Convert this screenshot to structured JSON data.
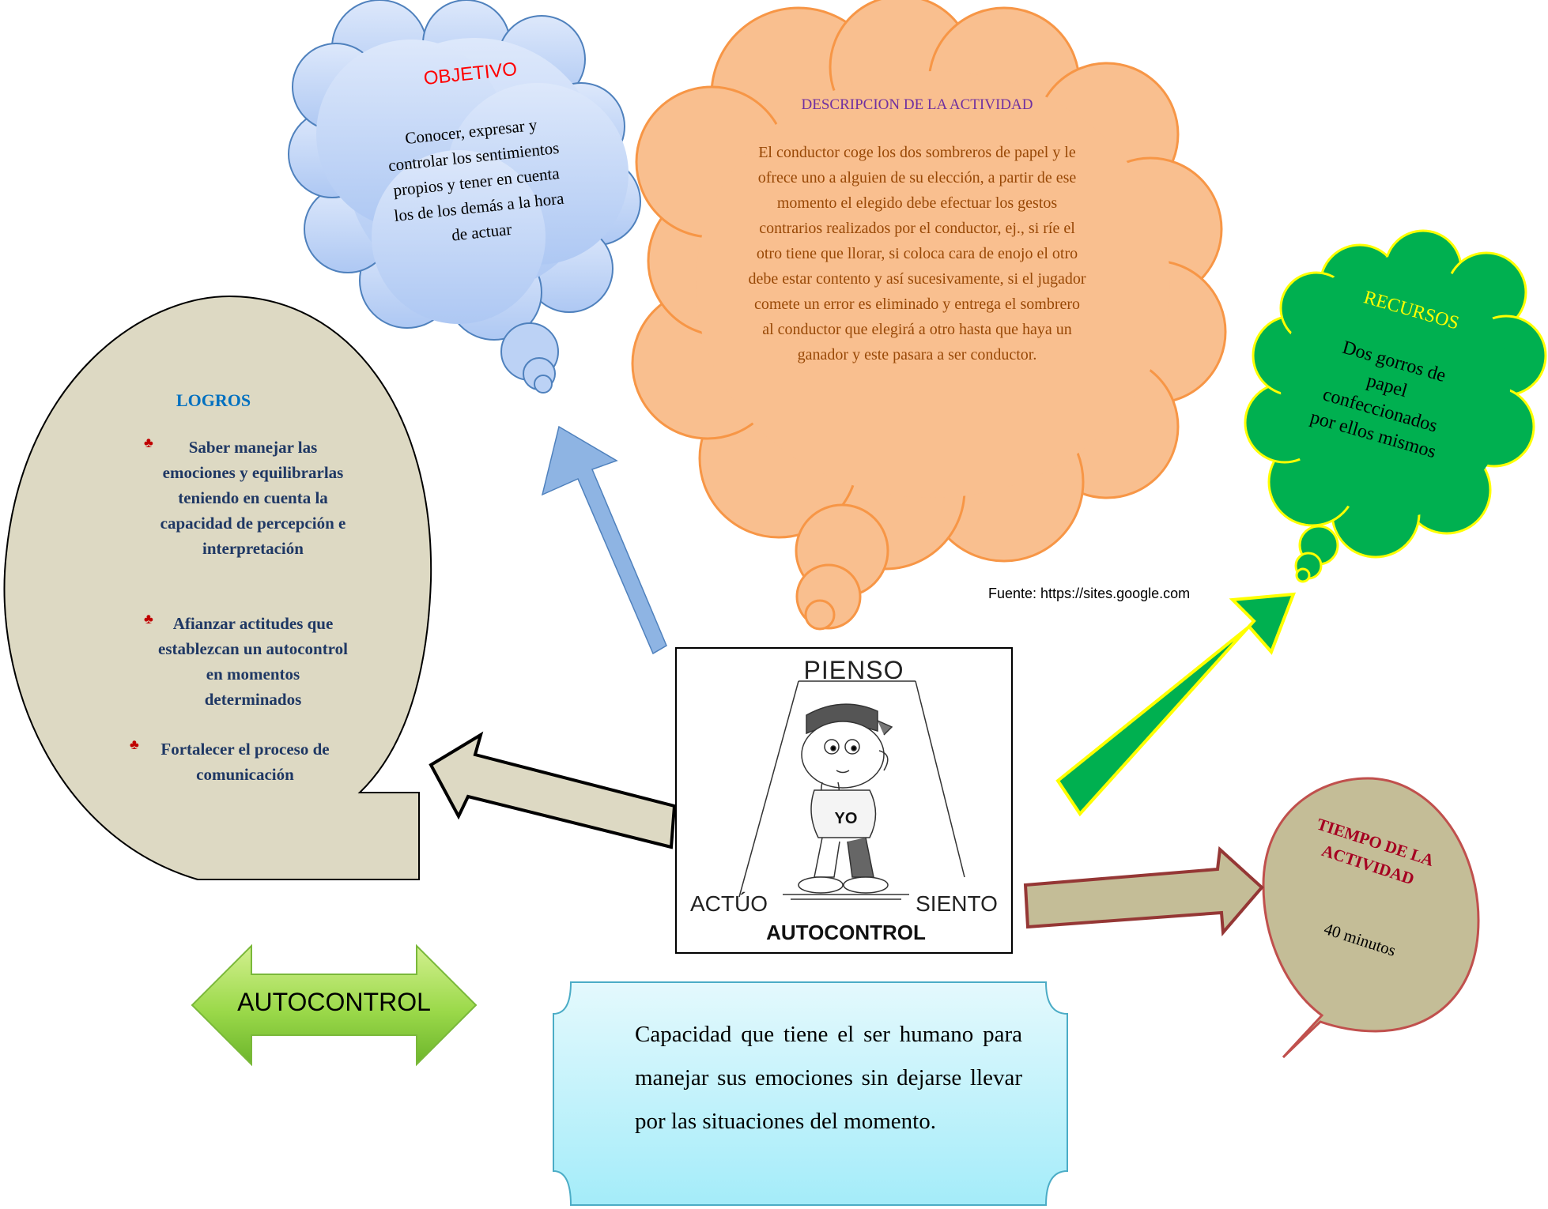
{
  "objetivo": {
    "title": "OBJETIVO",
    "text": "Conocer, expresar y controlar los sentimientos propios y tener en cuenta los de los demás a la hora de actuar"
  },
  "descripcion": {
    "title": "DESCRIPCION DE LA ACTIVIDAD",
    "text": "El conductor coge los dos sombreros de papel y le ofrece uno a alguien de su elección, a partir de ese momento el elegido debe efectuar los gestos contrarios realizados por el conductor, ej., si ríe el otro tiene que llorar, si coloca cara de enojo el otro debe estar contento y así sucesivamente, si el jugador comete un error es eliminado y entrega el sombrero al conductor que elegirá a otro hasta que haya un ganador y este pasara a ser conductor."
  },
  "recursos": {
    "title": "RECURSOS",
    "text": "Dos gorros de papel confeccionados por ellos mismos"
  },
  "logros": {
    "title": "LOGROS",
    "items": [
      "Saber manejar las emociones y equilibrarlas teniendo en cuenta la capacidad de percepción e interpretación",
      "Afianzar actitudes que establezcan un autocontrol en momentos determinados",
      "Fortalecer el proceso de comunicación"
    ]
  },
  "tiempo": {
    "title": "TIEMPO DE LA ACTIVIDAD",
    "text": "40 minutos"
  },
  "fuente": "Fuente: https://sites.google.com",
  "center_image": {
    "top": "PIENSO",
    "left": "ACTÚO",
    "right": "SIENTO",
    "bottom": "AUTOCONTROL",
    "shirt": "YO"
  },
  "autocontrol_arrow": "AUTOCONTROL",
  "definicion": "Capacidad que tiene el ser humano para manejar sus emociones sin dejarse llevar por las situaciones del momento.",
  "colors": {
    "objetivo_fill": "#c6d9f7",
    "descripcion_fill": "#f9bf8f",
    "descripcion_stroke": "#f79646",
    "recursos_fill": "#00b050",
    "recursos_stroke": "#ffff00",
    "logros_fill": "#ddd9c3",
    "tiempo_fill": "#c4bd97",
    "tiempo_stroke": "#c0504d",
    "definicion_fill": "#b7f0fb",
    "red_title": "#ff0000",
    "purple_title": "#7030a0",
    "brown_text": "#984806",
    "logros_title": "#0070c0",
    "logros_text": "#1f3864",
    "tiempo_title": "#a50021"
  }
}
